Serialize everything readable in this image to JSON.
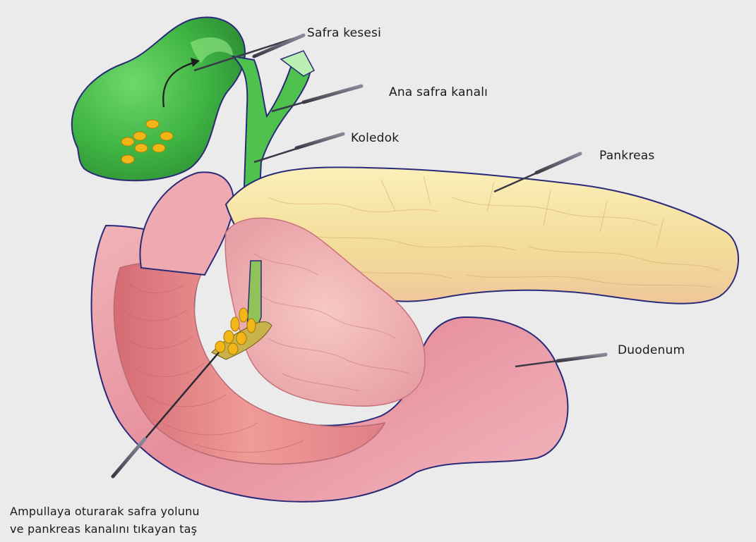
{
  "labels": {
    "gallbladder": "Safra kesesi",
    "bile_duct": "Ana safra kanalı",
    "common_bile_duct": "Koledok",
    "pancreas": "Pankreas",
    "duodenum": "Duodenum",
    "stone_line1": "Ampullaya oturarak safra yolunu",
    "stone_line2": "ve pankreas kanalını tıkayan  taş"
  },
  "colors": {
    "background": "#ebebeb",
    "gallbladder": "#4cc24c",
    "pancreas": "#f6e4a6",
    "duodenum": "#e89aa8",
    "stones": "#f2b619",
    "outline": "#2a2a7a",
    "pointer": "#555566"
  }
}
